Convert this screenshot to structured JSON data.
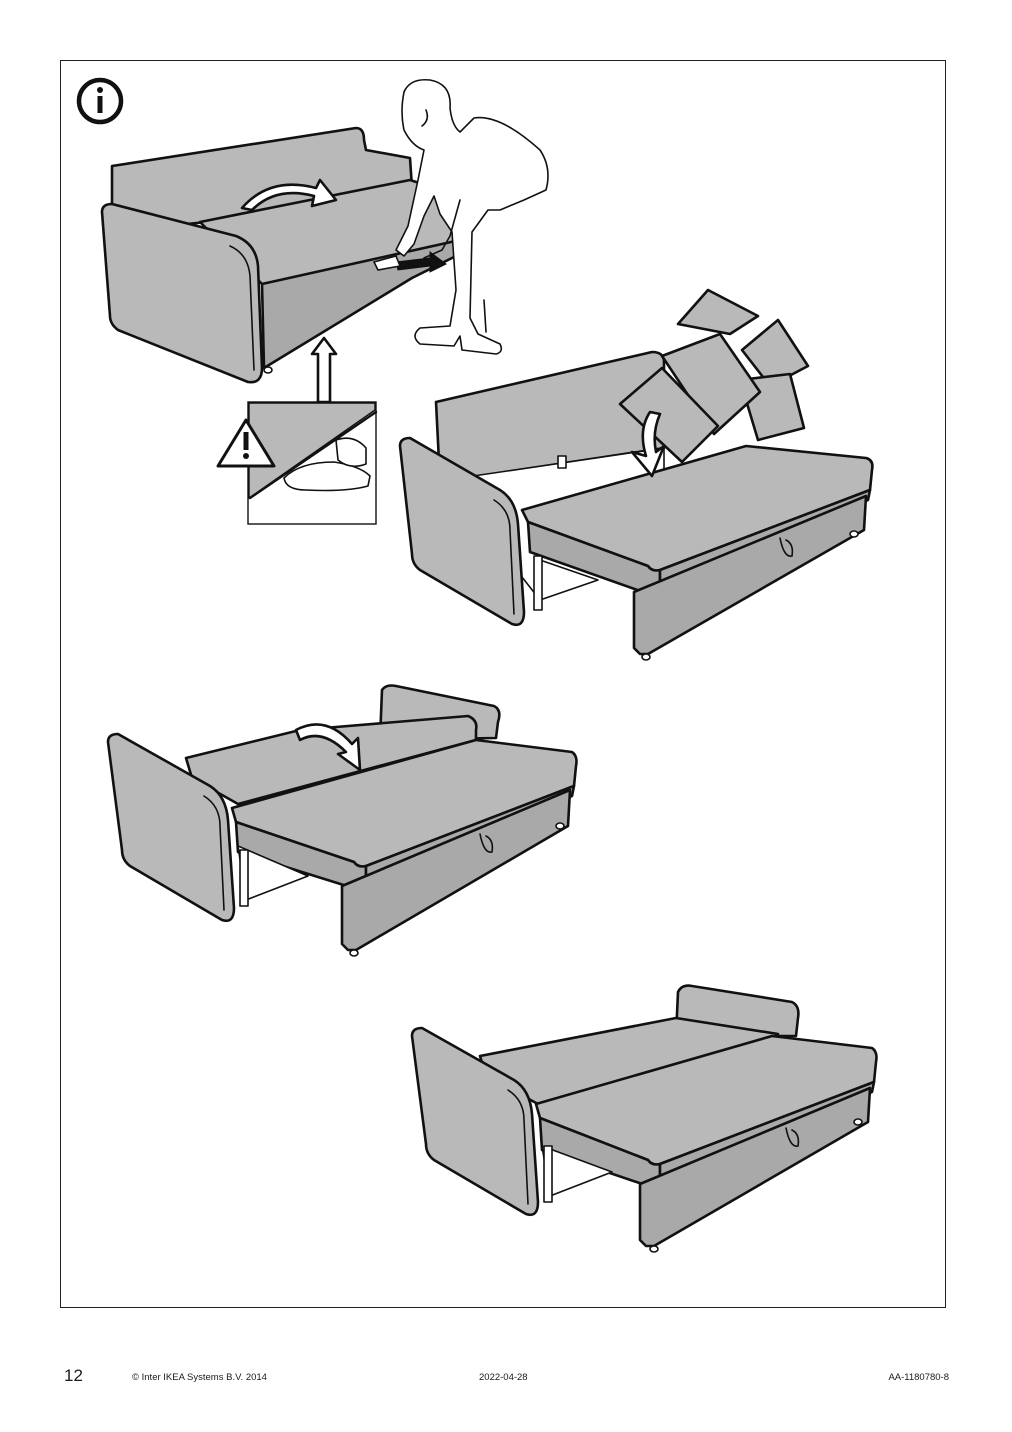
{
  "footer": {
    "page_number": "12",
    "copyright": "© Inter IKEA Systems B.V. 2014",
    "date": "2022-04-28",
    "doc_code": "AA-1180780-8"
  },
  "icons": [
    "info-icon",
    "warning-icon",
    "arrow-up-icon",
    "curved-arrow-icon",
    "pull-arrow-icon",
    "down-arrow-icon"
  ],
  "colors": {
    "upholstery": "#b9b9b9",
    "upholstery_dark": "#a9a9a9",
    "line": "#111111",
    "frame": "#222222"
  }
}
